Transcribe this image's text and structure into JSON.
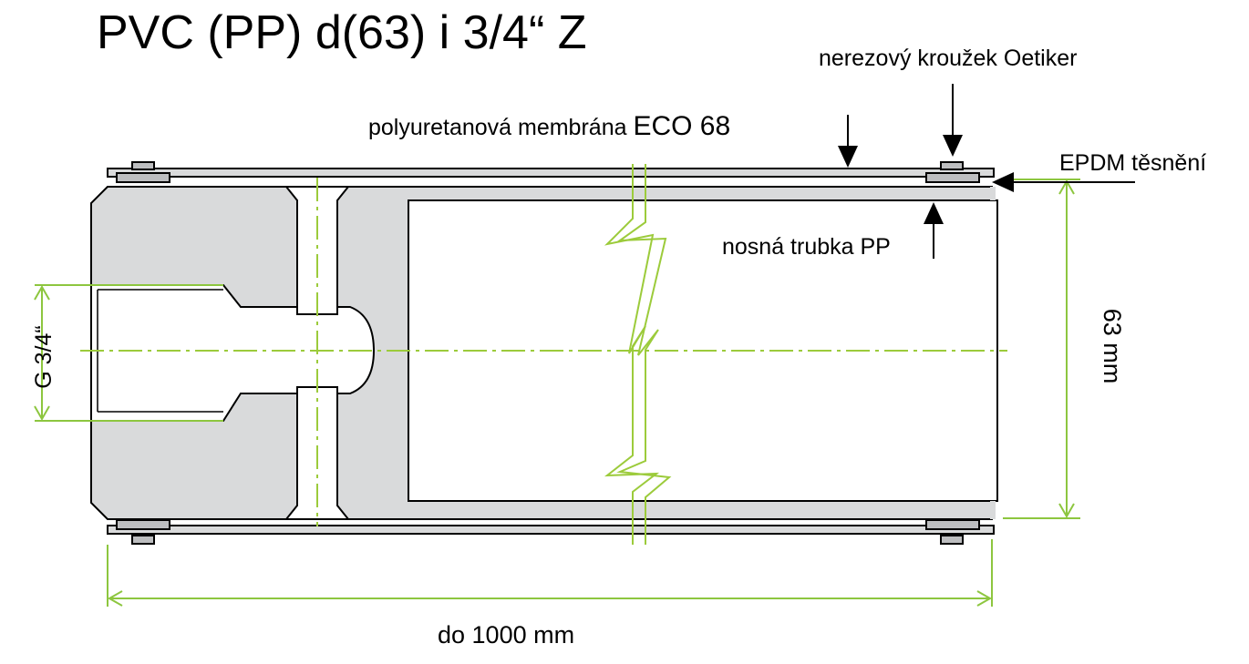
{
  "title": "PVC (PP) d(63) i 3/4“ Z",
  "labels": {
    "oetiker_ring": "nerezový kroužek Oetiker",
    "membrane_text": "polyuretanová membrána ",
    "membrane_model": "ECO 68",
    "epdm_seal": "EPDM těsnění",
    "support_tube": "nosná trubka PP",
    "length": "do 1000 mm",
    "thread": "G 3/4“",
    "diameter": "63 mm"
  },
  "colors": {
    "body_fill": "#d9dadb",
    "stroke": "#000000",
    "dimension_green": "#8dc63f",
    "axis_green": "#9ccb3b",
    "background": "#ffffff"
  }
}
